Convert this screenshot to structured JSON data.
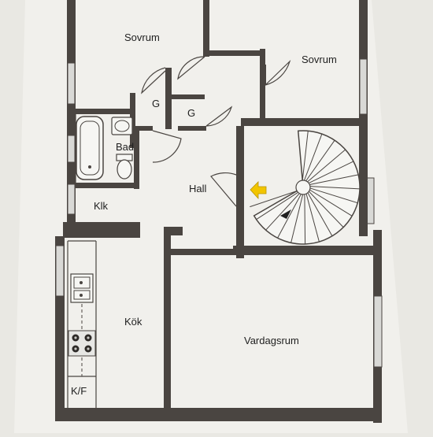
{
  "colors": {
    "paper": "#f1f0ec",
    "wall": "#4a4541",
    "window": "#d9d9d6",
    "arrow": "#f2c500",
    "ink": "#1f1f1f"
  },
  "rooms": {
    "sovrum_left": "Sovrum",
    "sovrum_right": "Sovrum",
    "g_left": "G",
    "g_right": "G",
    "bad": "Bad",
    "hall": "Hall",
    "klk": "Klk",
    "kok": "Kök",
    "vardagsrum": "Vardagsrum",
    "kf": "K/F"
  },
  "icons": {
    "entrance": "arrow-left-icon",
    "stair_direction": "triangle-icon",
    "stairs": "spiral-stair-icon",
    "bathtub": "bathtub-icon",
    "sink": "sink-icon",
    "toilet": "toilet-icon",
    "kitchen_sink": "kitchen-sink-icon",
    "stove": "stove-icon"
  }
}
